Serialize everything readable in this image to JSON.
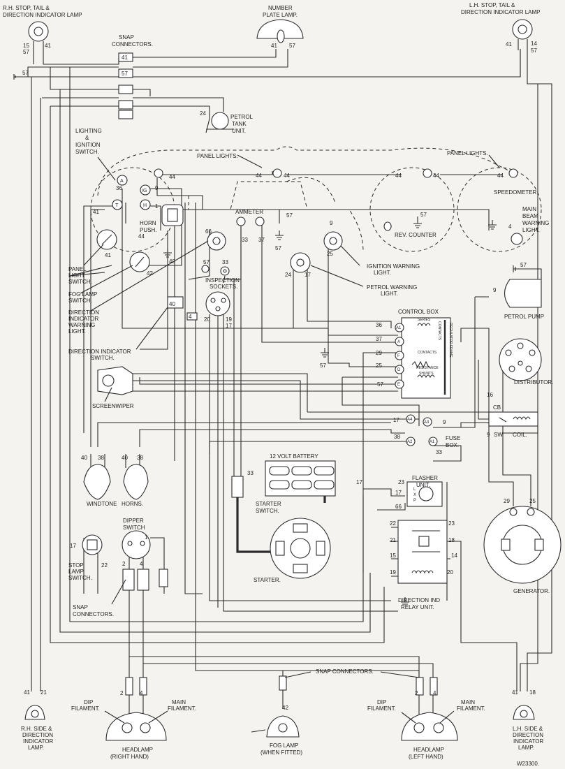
{
  "labels": {
    "rh_stop_tail": [
      "R.H. STOP, TAIL &",
      "DIRECTION INDICATOR LAMP"
    ],
    "number_plate": [
      "NUMBER",
      "PLATE LAMP."
    ],
    "lh_stop_tail": [
      "L.H. STOP, TAIL &",
      "DIRECTION INDICATOR LAMP"
    ],
    "snap_connectors_top": [
      "SNAP",
      "CONNECTORS."
    ],
    "petrol_tank": [
      "PETROL",
      "TANK",
      "UNIT."
    ],
    "lighting_switch": [
      "LIGHTING",
      "&",
      "IGNITION",
      "SWITCH."
    ],
    "panel_lights_left": "PANEL LIGHTS.",
    "panel_lights_right": "PANEL LIGHTS.",
    "speedometer": "SPEEDOMETER",
    "main_beam": [
      "MAIN",
      "BEAM",
      "WARNING",
      "LIGHT."
    ],
    "rev_counter": "REV. COUNTER",
    "ammeter": "AMMETER",
    "horn_push": [
      "HORN",
      "PUSH."
    ],
    "panel_light_switch": [
      "PANEL",
      "LIGHT",
      "SWITCH."
    ],
    "fog_lamp_switch": [
      "FOG LAMP",
      "SWITCH."
    ],
    "dir_warning": [
      "DIRECTION",
      "INDICATOR",
      "WARNING",
      "LIGHT."
    ],
    "inspection_sockets": [
      "INSPECTION",
      "SOCKETS."
    ],
    "ignition_warning": [
      "IGNITION WARNING",
      "LIGHT."
    ],
    "petrol_warning": [
      "PETROL WARNING",
      "LIGHT."
    ],
    "petrol_pump": "PETROL PUMP",
    "control_box": "CONTROL BOX",
    "series": "SERIES",
    "shunts": "SHUNTS",
    "contacts": "CONTACTS",
    "resistance": "RESISTANCE",
    "contacts_v": "CONTACTS",
    "regulator_frame": "REGULATOR FRAME",
    "dir_ind_switch": [
      "DIRECTION INDICATOR",
      "SWITCH."
    ],
    "screenwiper": "SCREENWIPER",
    "distributor": "DISTRIBUTOR.",
    "cb": "CB",
    "sw": "SW",
    "coil": "COIL.",
    "fuse_box": [
      "FUSE",
      "BOX."
    ],
    "battery": "12 VOLT BATTERY",
    "windtone": "WINDTONE",
    "horns": "HORNS.",
    "starter_switch": [
      "STARTER",
      "SWITCH."
    ],
    "starter": "STARTER.",
    "flasher_unit": [
      "FLASHER",
      "UNIT."
    ],
    "generator": "GENERATOR.",
    "dipper_switch": [
      "DIPPER",
      "SWITCH"
    ],
    "stop_lamp_switch": [
      "STOP",
      "LAMP",
      "SWITCH."
    ],
    "snap_connectors_mid": [
      "SNAP",
      "CONNECTORS."
    ],
    "relay_unit": [
      "DIRECTION IND",
      "RELAY UNIT."
    ],
    "snap_connectors_bottom": "SNAP CONNECTORS.",
    "dip_filament_left": [
      "DIP",
      "FILAMENT."
    ],
    "main_filament_left": [
      "MAIN",
      "FILAMENT."
    ],
    "dip_filament_right": [
      "DIP",
      "FILAMENT."
    ],
    "main_filament_right": [
      "MAIN",
      "FILAMENT."
    ],
    "rh_side": [
      "R.H. SIDE &",
      "DIRECTION",
      "INDICATOR",
      "LAMP."
    ],
    "headlamp_right": [
      "HEADLAMP",
      "(RIGHT HAND)"
    ],
    "fog_lamp": [
      "FOG LAMP",
      "(WHEN FITTED)"
    ],
    "headlamp_left": [
      "HEADLAMP",
      "(LEFT HAND)"
    ],
    "lh_side": [
      "L.H. SIDE &",
      "DIRECTION",
      "INDICATOR",
      "LAMP."
    ],
    "drawing_no": "W23300."
  },
  "switch_terminals": {
    "a": "A",
    "ig": "IG",
    "t": "T",
    "h": "H"
  },
  "control_box_terminals": {
    "a1": "A1",
    "a": "A",
    "f": "F",
    "d": "D",
    "e": "E"
  },
  "fuse_terminals": {
    "a4": "A4",
    "a3": "A3",
    "a2": "A2",
    "a1": "A1"
  },
  "flasher_terminals": {
    "l": "L",
    "x": "X",
    "p": "P"
  },
  "cable_numbers": {
    "n15": "15",
    "n57": "57",
    "n41": "41",
    "n14": "14",
    "n24": "24",
    "n36": "36",
    "n9": "9",
    "n1": "1",
    "n44": "44",
    "n40": "40",
    "n42": "42",
    "n66": "66",
    "n33": "33",
    "n37": "37",
    "n25": "25",
    "n17": "17",
    "n20": "20",
    "n19": "19",
    "n4": "4",
    "n29": "29",
    "n16": "16",
    "n38": "38",
    "n23": "23",
    "n22": "22",
    "n21": "21",
    "n18": "18",
    "n2": "2"
  }
}
